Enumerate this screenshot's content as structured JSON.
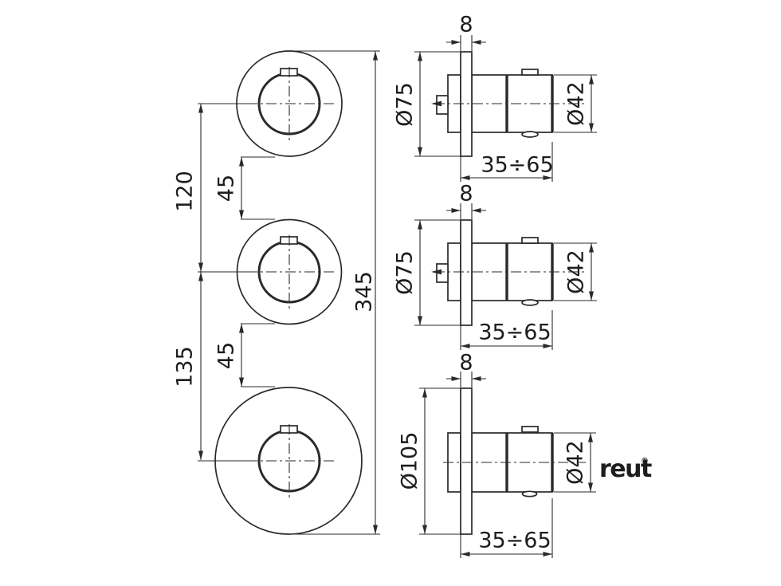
{
  "drawing": {
    "type": "technical-dimension-drawing",
    "subject": "3-handle thermostatic concealed mixer valve",
    "colors": {
      "line": "#2a2a2a",
      "text": "#1d1d1d",
      "logo": "#2c374a",
      "background": "#ffffff"
    },
    "front_view": {
      "pitch_top": "120",
      "gap_top": "45",
      "pitch_bottom": "135",
      "gap_bottom": "45",
      "overall": "345"
    },
    "sv_top": {
      "plate_thickness": "8",
      "plate_diameter": "Ø75",
      "knob_diameter": "Ø42",
      "mounting_depth": "35÷65"
    },
    "sv_mid": {
      "plate_thickness": "8",
      "plate_diameter": "Ø75",
      "knob_diameter": "Ø42",
      "mounting_depth": "35÷65"
    },
    "sv_bot": {
      "plate_thickness": "8",
      "plate_diameter": "Ø105",
      "knob_diameter": "Ø42",
      "mounting_depth": "35÷65"
    },
    "brand": {
      "name": "reut",
      "mark": "®"
    }
  }
}
